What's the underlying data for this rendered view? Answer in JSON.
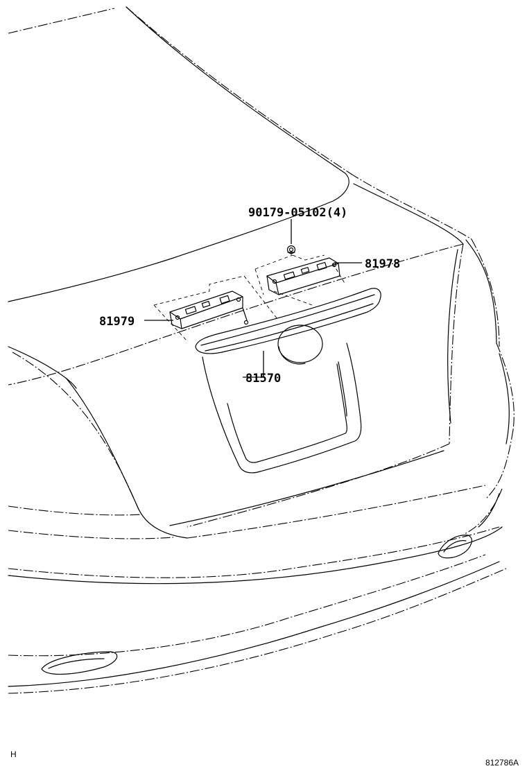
{
  "callouts": {
    "clip": "90179-05102(4)",
    "bracket_right": "81978",
    "bracket_left": "81979",
    "license_lamp": "81570"
  },
  "footer": {
    "corner_left": "H",
    "figure_id": "812786A"
  }
}
